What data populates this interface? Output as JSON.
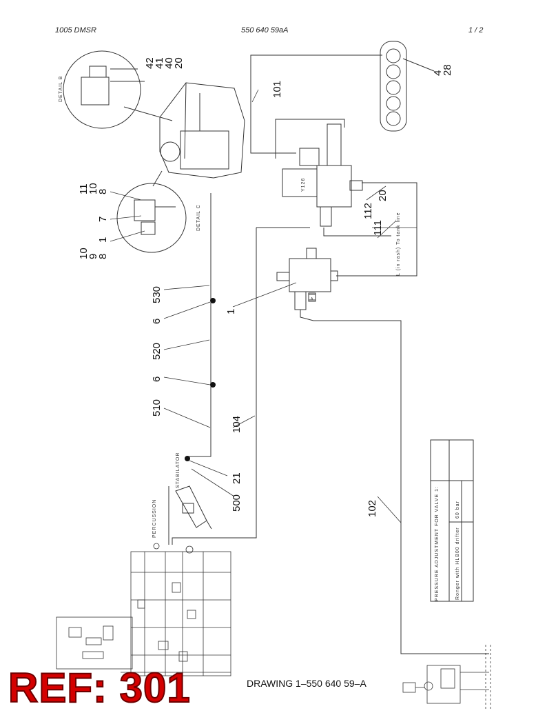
{
  "header": {
    "left": "1005 DMSR",
    "center": "550 640 59aA",
    "right": "1 /  2"
  },
  "callouts": {
    "c42": "42",
    "c41": "41",
    "c40": "40",
    "c20a": "20",
    "c4": "4",
    "c28": "28",
    "c101": "101",
    "c11": "11",
    "c10a": "10",
    "c8a": "8",
    "c7": "7",
    "c1a": "1",
    "c10b": "10",
    "c9": "9",
    "c8b": "8",
    "c20b": "20",
    "c112": "112",
    "c111": "111",
    "c530": "530",
    "c6a": "6",
    "c520": "520",
    "c6b": "6",
    "c510": "510",
    "c1b": "1",
    "c104": "104",
    "c21": "21",
    "c500": "500",
    "c102": "102"
  },
  "labels": {
    "detail_b": "DETAIL B",
    "detail_c": "DETAIL C",
    "stabilator": "STABILATOR",
    "percussion": "PERCUSSION",
    "y126": "Y126",
    "box_a": "A",
    "to_line": "L (in rash)  To tank line",
    "pressure_title": "PRESSURE ADJUSTMENT FOR VALVE 1:",
    "pressure_desc": "Ronger with HLB00 drifter",
    "pressure_value": "60 bar"
  },
  "caption": "DRAWING 1–550 640 59–A",
  "ref": "REF: 301",
  "colors": {
    "line": "#333333",
    "ref": "#d40000"
  }
}
